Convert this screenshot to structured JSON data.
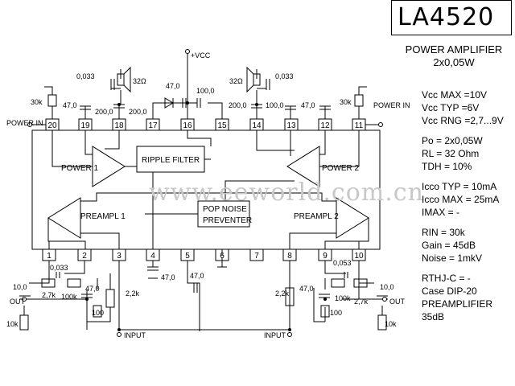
{
  "title": "LA4520",
  "subtitle": [
    "POWER AMPLIFIER",
    "2x0,05W"
  ],
  "watermark": "www.eeworld.com.cn",
  "specs": [
    [
      "Vcc MAX =10V",
      "Vcc TYP =6V",
      "Vcc RNG =2,7...9V"
    ],
    [
      "Po = 2x0,05W",
      "RL = 32 Ohm",
      "TDH = 10%"
    ],
    [
      "Icco TYP = 10mA",
      "Icco MAX = 25mA",
      "IMAX = -"
    ],
    [
      "RIN = 30k",
      "Gain = 45dB",
      "Noise = 1mkV"
    ],
    [
      "RTHJ-C = -",
      "Case DIP-20",
      "PREAMPLIFIER 35dB"
    ]
  ],
  "blocks": {
    "power1": "POWER 1",
    "power2": "POWER 2",
    "ripple": "RIPPLE FILTER",
    "preampl1": "PREAMPL 1",
    "preampl2": "PREAMPL 2",
    "pop": [
      "POP NOISE",
      "PREVENTER"
    ]
  },
  "top_pins": [
    "20",
    "19",
    "18",
    "17",
    "16",
    "15",
    "14",
    "13",
    "12",
    "11"
  ],
  "bottom_pins": [
    "1",
    "2",
    "3",
    "4",
    "5",
    "6",
    "7",
    "8",
    "9",
    "10"
  ],
  "labels": {
    "vcc": "+VCC",
    "power_in_left": "POWER IN",
    "power_in_right": "POWER IN",
    "input_left": "INPUT",
    "input_right": "INPUT",
    "out_left": "OUT",
    "out_right": "OUT",
    "c_0033_tl": "0,033",
    "r_32_l": "32Ω",
    "c_47_top": "47,0",
    "c_100_top": "100,0",
    "r_32_r": "32Ω",
    "c_0033_tr": "0,033",
    "r_30k_l": "30k",
    "c_47_19": "47,0",
    "c_200_18": "200,0",
    "c_200_17": "200,0",
    "c_200_14": "200,0",
    "c_100_13": "100,0",
    "c_47_12": "47,0",
    "r_30k_r": "30k",
    "c_0033_bl": "0,033",
    "c_10_l": "10,0",
    "r_27k_l": "2,7k",
    "r_100k_l": "100k",
    "c_47_bl": "47,0",
    "r_100_bl": "100",
    "r_22k_l": "2,2k",
    "r_10k_l": "10k",
    "c_47_p4": "47,0",
    "c_47_p5": "47,0",
    "r_22k_r": "2,2k",
    "c_47_br": "47,0",
    "r_100_br": "100",
    "c_0053_br": "0,053",
    "r_100k_r": "100k",
    "r_27k_r": "2,7k",
    "c_10_r": "10,0",
    "r_10k_r": "10k"
  }
}
